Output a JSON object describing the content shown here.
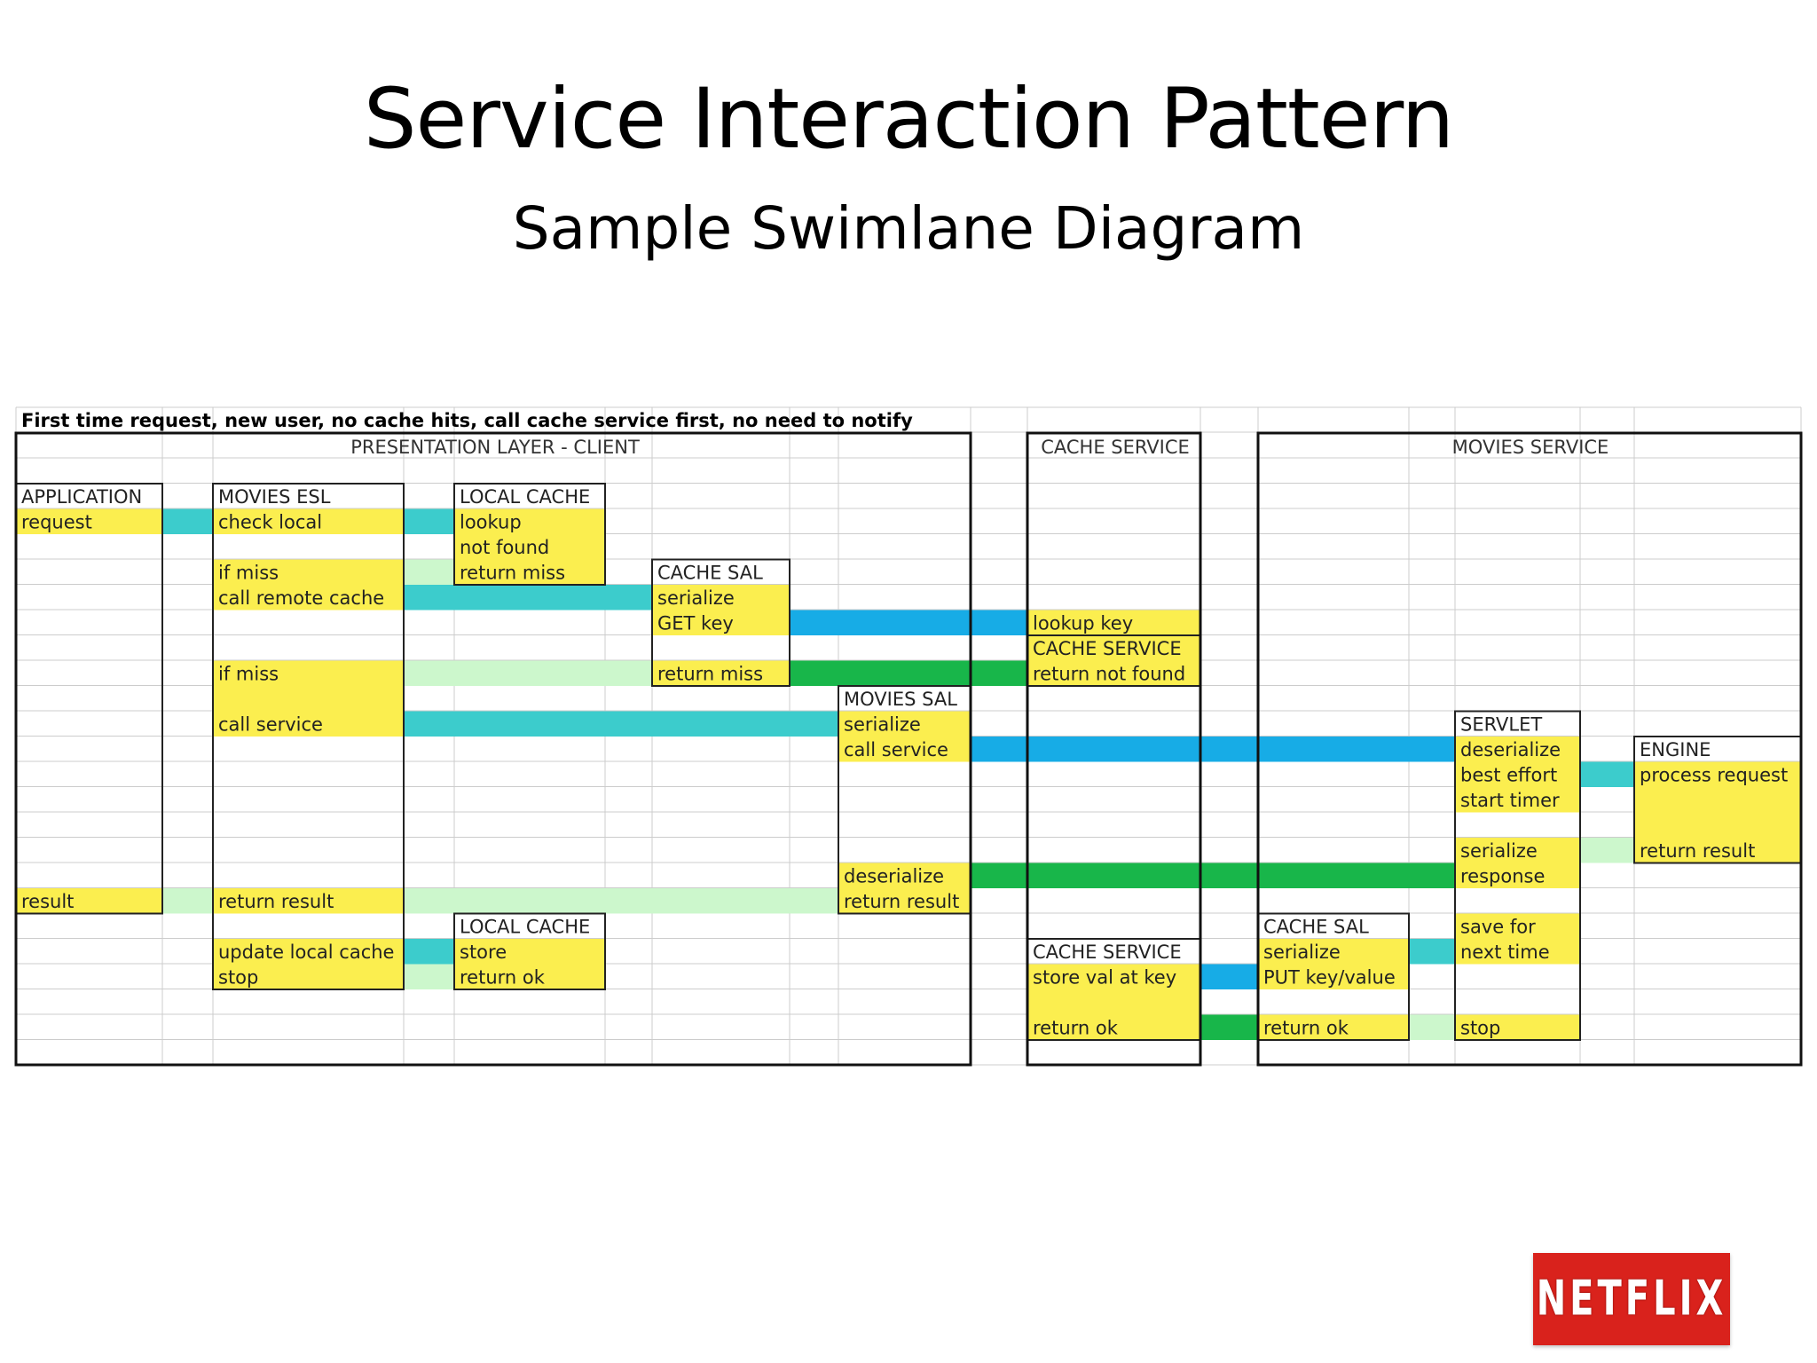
{
  "title": "Service Interaction Pattern",
  "subtitle": "Sample Swimlane Diagram",
  "logo_text": "NETFLIX",
  "colors": {
    "box_fill": "#fbee4f",
    "call_arrow": "#3ccccc",
    "remote_call": "#17ace6",
    "return_arrow": "#ccf7cc",
    "remote_return": "#18b64a",
    "grid": "#cccccc",
    "brand": "#d9221c"
  },
  "diagram": {
    "scenario": "First time request, new user, no cache hits, call cache service first, no need to notify",
    "lanes": [
      "PRESENTATION LAYER - CLIENT",
      "CACHE SERVICE",
      "MOVIES SERVICE"
    ],
    "boxes": [
      {
        "id": "application",
        "header": "APPLICATION",
        "lines": [
          [
            1,
            "request"
          ],
          [
            16,
            "result"
          ]
        ]
      },
      {
        "id": "movies-esl",
        "header": "MOVIES ESL",
        "lines": [
          [
            1,
            "check local"
          ],
          [
            3,
            "if miss"
          ],
          [
            4,
            "call remote cache"
          ],
          [
            7,
            "if miss"
          ],
          [
            9,
            "call service"
          ],
          [
            16,
            "return result"
          ],
          [
            18,
            "update local cache"
          ],
          [
            19,
            "stop"
          ]
        ]
      },
      {
        "id": "local-cache-1",
        "header": "LOCAL CACHE",
        "lines": [
          [
            1,
            "lookup"
          ],
          [
            2,
            "not found"
          ],
          [
            3,
            "return miss"
          ]
        ]
      },
      {
        "id": "cache-sal-client",
        "header": "CACHE SAL",
        "lines": [
          [
            4,
            "serialize"
          ],
          [
            5,
            "GET key"
          ],
          [
            7,
            "return miss"
          ]
        ]
      },
      {
        "id": "movies-sal",
        "header": "MOVIES SAL",
        "lines": [
          [
            9,
            "serialize"
          ],
          [
            10,
            "call service"
          ],
          [
            15,
            "deserialize"
          ],
          [
            16,
            "return result"
          ]
        ]
      },
      {
        "id": "local-cache-2",
        "header": "LOCAL CACHE",
        "lines": [
          [
            18,
            "store"
          ],
          [
            19,
            "return ok"
          ]
        ]
      },
      {
        "id": "cache-service-1",
        "header": "CACHE SERVICE",
        "lines": [
          [
            5,
            "lookup key"
          ],
          [
            7,
            "return not found"
          ]
        ]
      },
      {
        "id": "cache-service-2",
        "header": "CACHE SERVICE",
        "lines": [
          [
            19,
            "store val at key"
          ],
          [
            21,
            "return ok"
          ]
        ]
      },
      {
        "id": "cache-sal-movies",
        "header": "CACHE SAL",
        "lines": [
          [
            18,
            "serialize"
          ],
          [
            19,
            "PUT key/value"
          ],
          [
            21,
            "return ok"
          ]
        ]
      },
      {
        "id": "servlet",
        "header": "SERVLET",
        "lines": [
          [
            10,
            "deserialize"
          ],
          [
            11,
            "best effort"
          ],
          [
            12,
            "start timer"
          ],
          [
            14,
            "serialize"
          ],
          [
            15,
            "response"
          ],
          [
            17,
            "save for"
          ],
          [
            18,
            "next time"
          ],
          [
            21,
            "stop"
          ]
        ]
      },
      {
        "id": "engine",
        "header": "ENGINE",
        "lines": [
          [
            11,
            "process request"
          ],
          [
            14,
            "return result"
          ]
        ]
      }
    ]
  }
}
